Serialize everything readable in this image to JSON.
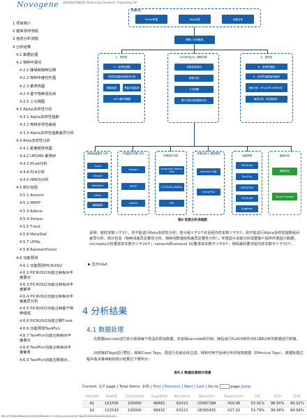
{
  "header": {
    "logo": "Novogene",
    "logo_sub": "诺禾科技生物信息 Advancing Genomics, Improving Life"
  },
  "sidebar": {
    "items": [
      {
        "label": "1 项目简介",
        "level": 1
      },
      {
        "label": "2 建库测序流程",
        "level": 1
      },
      {
        "label": "3 信息分析流程",
        "level": 1
      },
      {
        "label": "4 分析结果",
        "level": 1
      },
      {
        "label": "4.1 数据处理",
        "level": 2
      },
      {
        "label": "4.2 物种可视化",
        "level": 2
      },
      {
        "label": "4.2.1 降噪和物种注释",
        "level": 3
      },
      {
        "label": "4.2.2 物种丰度柱形图",
        "level": 3
      },
      {
        "label": "4.2.3 聚类热图",
        "level": 3
      },
      {
        "label": "4.2.4 基于物种进化树",
        "level": 3
      },
      {
        "label": "4.2.5 三元相图",
        "level": 3
      },
      {
        "label": "4.3 Alpha多样性分析",
        "level": 2
      },
      {
        "label": "4.3.1 Alpha多样性指数",
        "level": 3
      },
      {
        "label": "4.3.2 物种多样性曲线",
        "level": 3
      },
      {
        "label": "4.3.3 Alpha多样性指数差异分析",
        "level": 3
      },
      {
        "label": "4.4 Beta多样性分析",
        "level": 2
      },
      {
        "label": "4.4.1 距离矩阵热图",
        "level": 3
      },
      {
        "label": "4.4.2 UPGMA 聚类树",
        "level": 3
      },
      {
        "label": "4.4.3 PCoA分析",
        "level": 3
      },
      {
        "label": "4.4.4 PCA分析",
        "level": 3
      },
      {
        "label": "4.4.5 NMDS分析",
        "level": 3
      },
      {
        "label": "4.5 统计检验",
        "level": 2
      },
      {
        "label": "4.5.1 Anosim",
        "level": 3
      },
      {
        "label": "4.5.2 MRPP",
        "level": 3
      },
      {
        "label": "4.5.3 Adonis",
        "level": 3
      },
      {
        "label": "4.5.4 Simper",
        "level": 3
      },
      {
        "label": "4.5.5 T-test",
        "level": 3
      },
      {
        "label": "4.5.6 MetaStat",
        "level": 3
      },
      {
        "label": "4.5.7 LEfSe",
        "level": 3
      },
      {
        "label": "4.5.8 RandomForest",
        "level": 3
      },
      {
        "label": "4.6 功能预测",
        "level": 2
      },
      {
        "label": "4.6.1 功能预测PICRUSt2",
        "level": 3
      },
      {
        "label": "4.6.2 PICRUSt2功能注释相对丰度展示",
        "level": 3,
        "wrap": true
      },
      {
        "label": "4.6.3 PICRUSt2功能注释相对丰度聚类",
        "level": 3,
        "wrap": true
      },
      {
        "label": "4.6.4 PICRUSt2功能注释相对丰度差异分析",
        "level": 3,
        "wrap": true
      },
      {
        "label": "4.6.5 PICRUSt2功能注释基于物种组成",
        "level": 3,
        "wrap": true
      },
      {
        "label": "4.6.6 PICRUSt2功能注释T-test",
        "level": 3
      },
      {
        "label": "4.6.6 功能预测Tax4Fun",
        "level": 3
      },
      {
        "label": "4.6.7 Tax4Fun功能注释相对丰度展示",
        "level": 3,
        "wrap": true
      },
      {
        "label": "4.6.8 Tax4Fun功能注释相对丰度聚类",
        "level": 3,
        "wrap": true
      },
      {
        "label": "4.6.9 Tax4Fun功能注释相对丰度",
        "level": 3
      }
    ]
  },
  "flow": {
    "top_group_label": "数据质控",
    "top_boxes": [
      "Reads拼接",
      "Tags过滤",
      "去嵌合体"
    ],
    "denoise": "降噪 / 序列聚类",
    "annotation": "物种注释",
    "col1_head": "α - 多样性",
    "col1_items": [
      "α - 多样性指数",
      "多样性指数组间差异分析",
      "稀释曲线",
      "等级丰度曲线",
      "Venn图/花瓣图"
    ],
    "col2_head": "ASV序列比对 / 物种注释",
    "col2_items": [
      "注释信息概况",
      "物种分布",
      "三元相图",
      "基于进化树的物种分布"
    ],
    "col3_head": "β - 多样性",
    "col3_items": [
      "β - 多样性指数",
      "β - 多样性指数组间差异",
      "排序分析（PCoA/PCA/NMDS）",
      "聚类分析（样品层级）"
    ],
    "bottom_groups": [
      "物种组成差异 分析",
      "环境因子关联 分析",
      "环境因子分析",
      "关联分析与 模型预测",
      "功能预测",
      "高级分析"
    ],
    "bg1": [
      "T-test",
      "Simper",
      "MetaStat",
      "LEfSe",
      "随机森林"
    ],
    "bg2": [
      "Anosim",
      "MRPP",
      "Adonis"
    ],
    "bg3": [
      "Spearman Mantel test",
      "CCA/RDA /dbRDA",
      "VPA"
    ],
    "bg4": [
      "Network 分析",
      "microPITA"
    ],
    "bg5": [
      "PICRUSt2",
      "Tax4Fun",
      "FAPROTAX",
      "FunGuild",
      "BugBase"
    ],
    "bg6": [
      "物种进化",
      "Source Tracker"
    ]
  },
  "fig_caption": "图3 信息分析流程图",
  "fig_note": "说明：若样本数少于3个，则不能进行Beta多样性分析；若分组少于2个并且组内样本数少于3个，则不能进行Alpha多样性指数组间差异分析、统计检验（物种间差异显著性分析、物种间群落结构差异显著性分析）；环境因子关联分析需要客户提供环境因子数据；microptia分析要求样本数不少于24个；network和network 3D要求样本数不少于6个；随机森林要求组内样本数不少于15个。",
  "qa": "▶ 显示Q&A",
  "h1": "4 分析结果",
  "h2": "4.1 数据处理",
  "p1": "先根据barcode进行拆分获得每个样品的原始数据，并去除barcode和引物，随后进行FLASH软件对R1和R2序列数据进行拼接。",
  "p2": "对拼接的Tags进行质控，得到Clean Tags，再进行去嵌合体过滤，得到可用于后续分析的有效数据（Effective Tags），数据处理过程中各步骤得到的统计结果见下表所示：",
  "table_caption": "表4.1 数据处理统计结果",
  "pager": {
    "current": "Current: 1/7 page",
    "total": "Total items: 105",
    "first": "First",
    "previous": "Previous",
    "next": "Next",
    "last": "Last",
    "goto_label": "Go to",
    "page_label": "page",
    "jump": "Jump"
  },
  "table": {
    "headers": [
      "Sample",
      "RawPE",
      "Combined",
      "Qualified",
      "Nochime",
      "Base(nt)",
      "AvgLen(nt)",
      "GC",
      "Q20",
      "Q30"
    ],
    "rows": [
      [
        "A1",
        "101556",
        "100000",
        "98482",
        "62013",
        "25987188",
        "419.06",
        "53.41%",
        "98.50%",
        "95.02%"
      ],
      [
        "A2",
        "102539",
        "100000",
        "98432",
        "63223",
        "26365435",
        "417.02",
        "53.79%",
        "98.49%",
        "94.99%"
      ]
    ]
  },
  "statusbar": "file:///F:/Novo/Report/Calc/html/Result/4.1_data_process.html  Tags/Feature/Species/Analysis..."
}
